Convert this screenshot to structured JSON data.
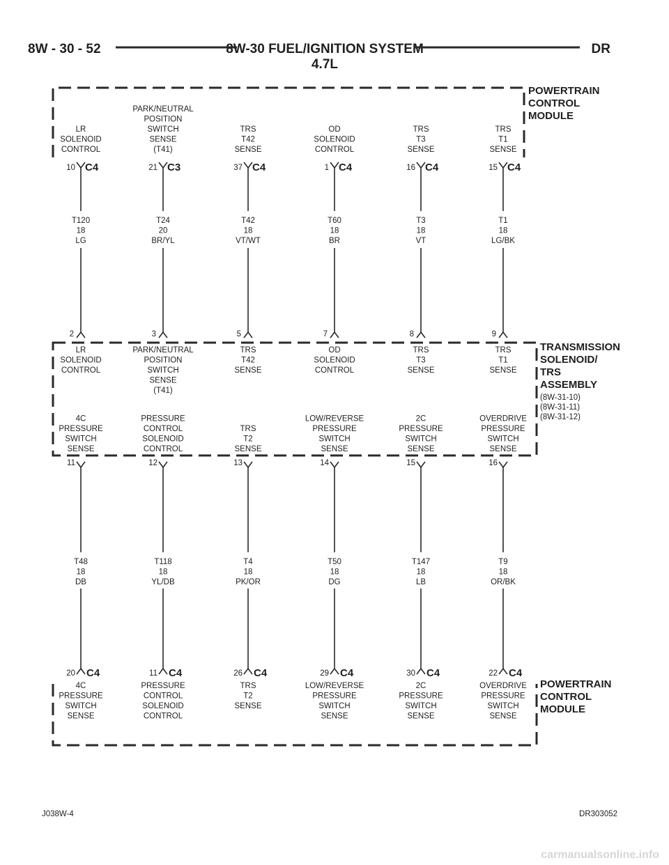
{
  "header": {
    "page": "8W - 30 - 52",
    "title": "8W-30 FUEL/IGNITION SYSTEM",
    "subtitle": "4.7L",
    "badge": "DR"
  },
  "modules": {
    "pcm_top": [
      "POWERTRAIN",
      "CONTROL",
      "MODULE"
    ],
    "trs": [
      "TRANSMISSION",
      "SOLENOID/",
      "TRS",
      "ASSEMBLY"
    ],
    "trs_refs": [
      "(8W-31-10)",
      "(8W-31-11)",
      "(8W-31-12)"
    ],
    "pcm_bottom": [
      "POWERTRAIN",
      "CONTROL",
      "MODULE"
    ]
  },
  "top_circuits": [
    {
      "pcm_label": [
        "LR",
        "SOLENOID",
        "CONTROL"
      ],
      "pcm_pin": "10",
      "pcm_conn": "C4",
      "wire": [
        "T120",
        "18",
        "LG"
      ],
      "trs_pin": "2",
      "trs_label": [
        "LR",
        "SOLENOID",
        "CONTROL"
      ]
    },
    {
      "pcm_label": [
        "PARK/NEUTRAL",
        "POSITION",
        "SWITCH",
        "SENSE",
        "(T41)"
      ],
      "pcm_pin": "21",
      "pcm_conn": "C3",
      "wire": [
        "T24",
        "20",
        "BR/YL"
      ],
      "trs_pin": "3",
      "trs_label": [
        "PARK/NEUTRAL",
        "POSITION",
        "SWITCH",
        "SENSE",
        "(T41)"
      ]
    },
    {
      "pcm_label": [
        "TRS",
        "T42",
        "SENSE"
      ],
      "pcm_pin": "37",
      "pcm_conn": "C4",
      "wire": [
        "T42",
        "18",
        "VT/WT"
      ],
      "trs_pin": "5",
      "trs_label": [
        "TRS",
        "T42",
        "SENSE"
      ]
    },
    {
      "pcm_label": [
        "OD",
        "SOLENOID",
        "CONTROL"
      ],
      "pcm_pin": "1",
      "pcm_conn": "C4",
      "wire": [
        "T60",
        "18",
        "BR"
      ],
      "trs_pin": "7",
      "trs_label": [
        "OD",
        "SOLENOID",
        "CONTROL"
      ]
    },
    {
      "pcm_label": [
        "TRS",
        "T3",
        "SENSE"
      ],
      "pcm_pin": "16",
      "pcm_conn": "C4",
      "wire": [
        "T3",
        "18",
        "VT"
      ],
      "trs_pin": "8",
      "trs_label": [
        "TRS",
        "T3",
        "SENSE"
      ]
    },
    {
      "pcm_label": [
        "TRS",
        "T1",
        "SENSE"
      ],
      "pcm_pin": "15",
      "pcm_conn": "C4",
      "wire": [
        "T1",
        "18",
        "LG/BK"
      ],
      "trs_pin": "9",
      "trs_label": [
        "TRS",
        "T1",
        "SENSE"
      ]
    }
  ],
  "bottom_circuits": [
    {
      "trs_label": [
        "4C",
        "PRESSURE",
        "SWITCH",
        "SENSE"
      ],
      "trs_pin": "11",
      "wire": [
        "T48",
        "18",
        "DB"
      ],
      "pcm_pin": "20",
      "pcm_conn": "C4",
      "pcm_label": [
        "4C",
        "PRESSURE",
        "SWITCH",
        "SENSE"
      ]
    },
    {
      "trs_label": [
        "PRESSURE",
        "CONTROL",
        "SOLENOID",
        "CONTROL"
      ],
      "trs_pin": "12",
      "wire": [
        "T118",
        "18",
        "YL/DB"
      ],
      "pcm_pin": "11",
      "pcm_conn": "C4",
      "pcm_label": [
        "PRESSURE",
        "CONTROL",
        "SOLENOID",
        "CONTROL"
      ]
    },
    {
      "trs_label": [
        "TRS",
        "T2",
        "SENSE"
      ],
      "trs_pin": "13",
      "wire": [
        "T4",
        "18",
        "PK/OR"
      ],
      "pcm_pin": "26",
      "pcm_conn": "C4",
      "pcm_label": [
        "TRS",
        "T2",
        "SENSE"
      ]
    },
    {
      "trs_label": [
        "LOW/REVERSE",
        "PRESSURE",
        "SWITCH",
        "SENSE"
      ],
      "trs_pin": "14",
      "wire": [
        "T50",
        "18",
        "DG"
      ],
      "pcm_pin": "29",
      "pcm_conn": "C4",
      "pcm_label": [
        "LOW/REVERSE",
        "PRESSURE",
        "SWITCH",
        "SENSE"
      ]
    },
    {
      "trs_label": [
        "2C",
        "PRESSURE",
        "SWITCH",
        "SENSE"
      ],
      "trs_pin": "15",
      "wire": [
        "T147",
        "18",
        "LB"
      ],
      "pcm_pin": "30",
      "pcm_conn": "C4",
      "pcm_label": [
        "2C",
        "PRESSURE",
        "SWITCH",
        "SENSE"
      ]
    },
    {
      "trs_label": [
        "OVERDRIVE",
        "PRESSURE",
        "SWITCH",
        "SENSE"
      ],
      "trs_pin": "16",
      "wire": [
        "T9",
        "18",
        "OR/BK"
      ],
      "pcm_pin": "22",
      "pcm_conn": "C4",
      "pcm_label": [
        "OVERDRIVE",
        "PRESSURE",
        "SWITCH",
        "SENSE"
      ]
    }
  ],
  "footer": {
    "left": "J038W-4",
    "right": "DR303052",
    "watermark": "carmanualsonline.info"
  }
}
